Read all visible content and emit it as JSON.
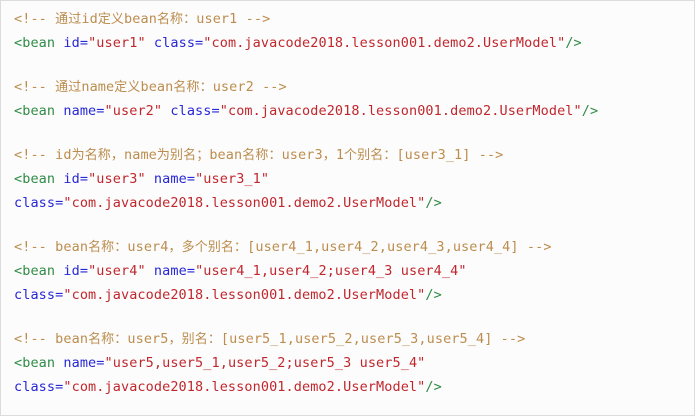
{
  "editor": {
    "language": "xml",
    "background_color": "#fcfcfc",
    "border_color": "#dcdcdc",
    "colors": {
      "comment": "#bc8d4e",
      "tag": "#2e8b45",
      "attribute": "#2727d6",
      "string": "#c0272d"
    }
  },
  "lines": [
    {
      "id": "l1",
      "type": "comment",
      "text": "<!-- 通过id定义bean名称：user1 -->"
    },
    {
      "id": "l2",
      "type": "element",
      "tag_open": "<bean",
      "attrs": [
        {
          "name": "id",
          "eq": "=",
          "value": "\"user1\""
        },
        {
          "name": "class",
          "eq": "=",
          "value": "\"com.javacode2018.lesson001.demo2.UserModel\""
        }
      ],
      "tag_close": "/>"
    },
    {
      "id": "l3",
      "type": "blank",
      "text": ""
    },
    {
      "id": "l4",
      "type": "comment",
      "text": "<!-- 通过name定义bean名称：user2 -->"
    },
    {
      "id": "l5",
      "type": "element",
      "tag_open": "<bean",
      "attrs": [
        {
          "name": "name",
          "eq": "=",
          "value": "\"user2\""
        },
        {
          "name": "class",
          "eq": "=",
          "value": "\"com.javacode2018.lesson001.demo2.UserModel\""
        }
      ],
      "tag_close": "/>"
    },
    {
      "id": "l6",
      "type": "blank",
      "text": ""
    },
    {
      "id": "l7",
      "type": "comment",
      "text": "<!-- id为名称，name为别名；bean名称：user3，1个别名：[user3_1] -->"
    },
    {
      "id": "l8",
      "type": "element",
      "tag_open": "<bean",
      "attrs": [
        {
          "name": "id",
          "eq": "=",
          "value": "\"user3\""
        },
        {
          "name": "name",
          "eq": "=",
          "value": "\"user3_1\""
        }
      ],
      "tag_close": ""
    },
    {
      "id": "l9",
      "type": "continuation",
      "tag_open": "",
      "attrs": [
        {
          "name": "class",
          "eq": "=",
          "value": "\"com.javacode2018.lesson001.demo2.UserModel\""
        }
      ],
      "tag_close": "/>"
    },
    {
      "id": "l10",
      "type": "blank",
      "text": ""
    },
    {
      "id": "l11",
      "type": "comment",
      "text": "<!-- bean名称：user4，多个别名：[user4_1,user4_2,user4_3,user4_4] -->"
    },
    {
      "id": "l12",
      "type": "element",
      "tag_open": "<bean",
      "attrs": [
        {
          "name": "id",
          "eq": "=",
          "value": "\"user4\""
        },
        {
          "name": "name",
          "eq": "=",
          "value": "\"user4_1,user4_2;user4_3 user4_4\""
        }
      ],
      "tag_close": ""
    },
    {
      "id": "l13",
      "type": "continuation",
      "tag_open": "",
      "attrs": [
        {
          "name": "class",
          "eq": "=",
          "value": "\"com.javacode2018.lesson001.demo2.UserModel\""
        }
      ],
      "tag_close": "/>"
    },
    {
      "id": "l14",
      "type": "blank",
      "text": ""
    },
    {
      "id": "l15",
      "type": "comment",
      "text": "<!-- bean名称：user5，别名：[user5_1,user5_2,user5_3,user5_4] -->"
    },
    {
      "id": "l16",
      "type": "element",
      "tag_open": "<bean",
      "attrs": [
        {
          "name": "name",
          "eq": "=",
          "value": "\"user5,user5_1,user5_2;user5_3 user5_4\""
        }
      ],
      "tag_close": ""
    },
    {
      "id": "l17",
      "type": "continuation",
      "tag_open": "",
      "attrs": [
        {
          "name": "class",
          "eq": "=",
          "value": "\"com.javacode2018.lesson001.demo2.UserModel\""
        }
      ],
      "tag_close": "/>"
    }
  ]
}
